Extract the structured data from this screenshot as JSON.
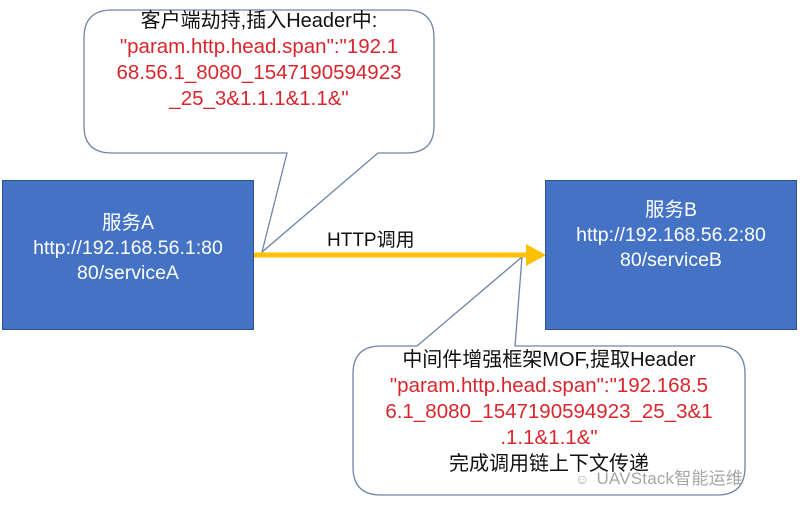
{
  "diagram": {
    "service_a": {
      "title": "服务A",
      "url_line1": "http://192.168.56.1:80",
      "url_line2": "80/serviceA"
    },
    "service_b": {
      "title": "服务B",
      "url_line1": "http://192.168.56.2:80",
      "url_line2": "80/serviceB"
    },
    "arrow": {
      "label": "HTTP调用",
      "color": "#FFC000"
    },
    "callout_client": {
      "title": "客户端劫持,插入Header中:",
      "lines": [
        "\"param.http.head.span\":\"192.1",
        "68.56.1_8080_1547190594923",
        "_25_3&1.1.1&1.1&\""
      ]
    },
    "callout_middleware": {
      "title": "中间件增强框架MOF,提取Header",
      "lines": [
        "\"param.http.head.span\":\"192.168.5",
        "6.1_8080_1547190594923_25_3&1",
        ".1.1&1.1&\""
      ],
      "footer": "完成调用链上下文传递"
    },
    "watermark": {
      "icon": "wechat-icon",
      "text": "UAVStack智能运维"
    },
    "colors": {
      "box_fill": "#4472C4",
      "box_border": "#2F528F",
      "callout_border": "#6F84A8",
      "highlight_text": "#D9262C"
    }
  }
}
